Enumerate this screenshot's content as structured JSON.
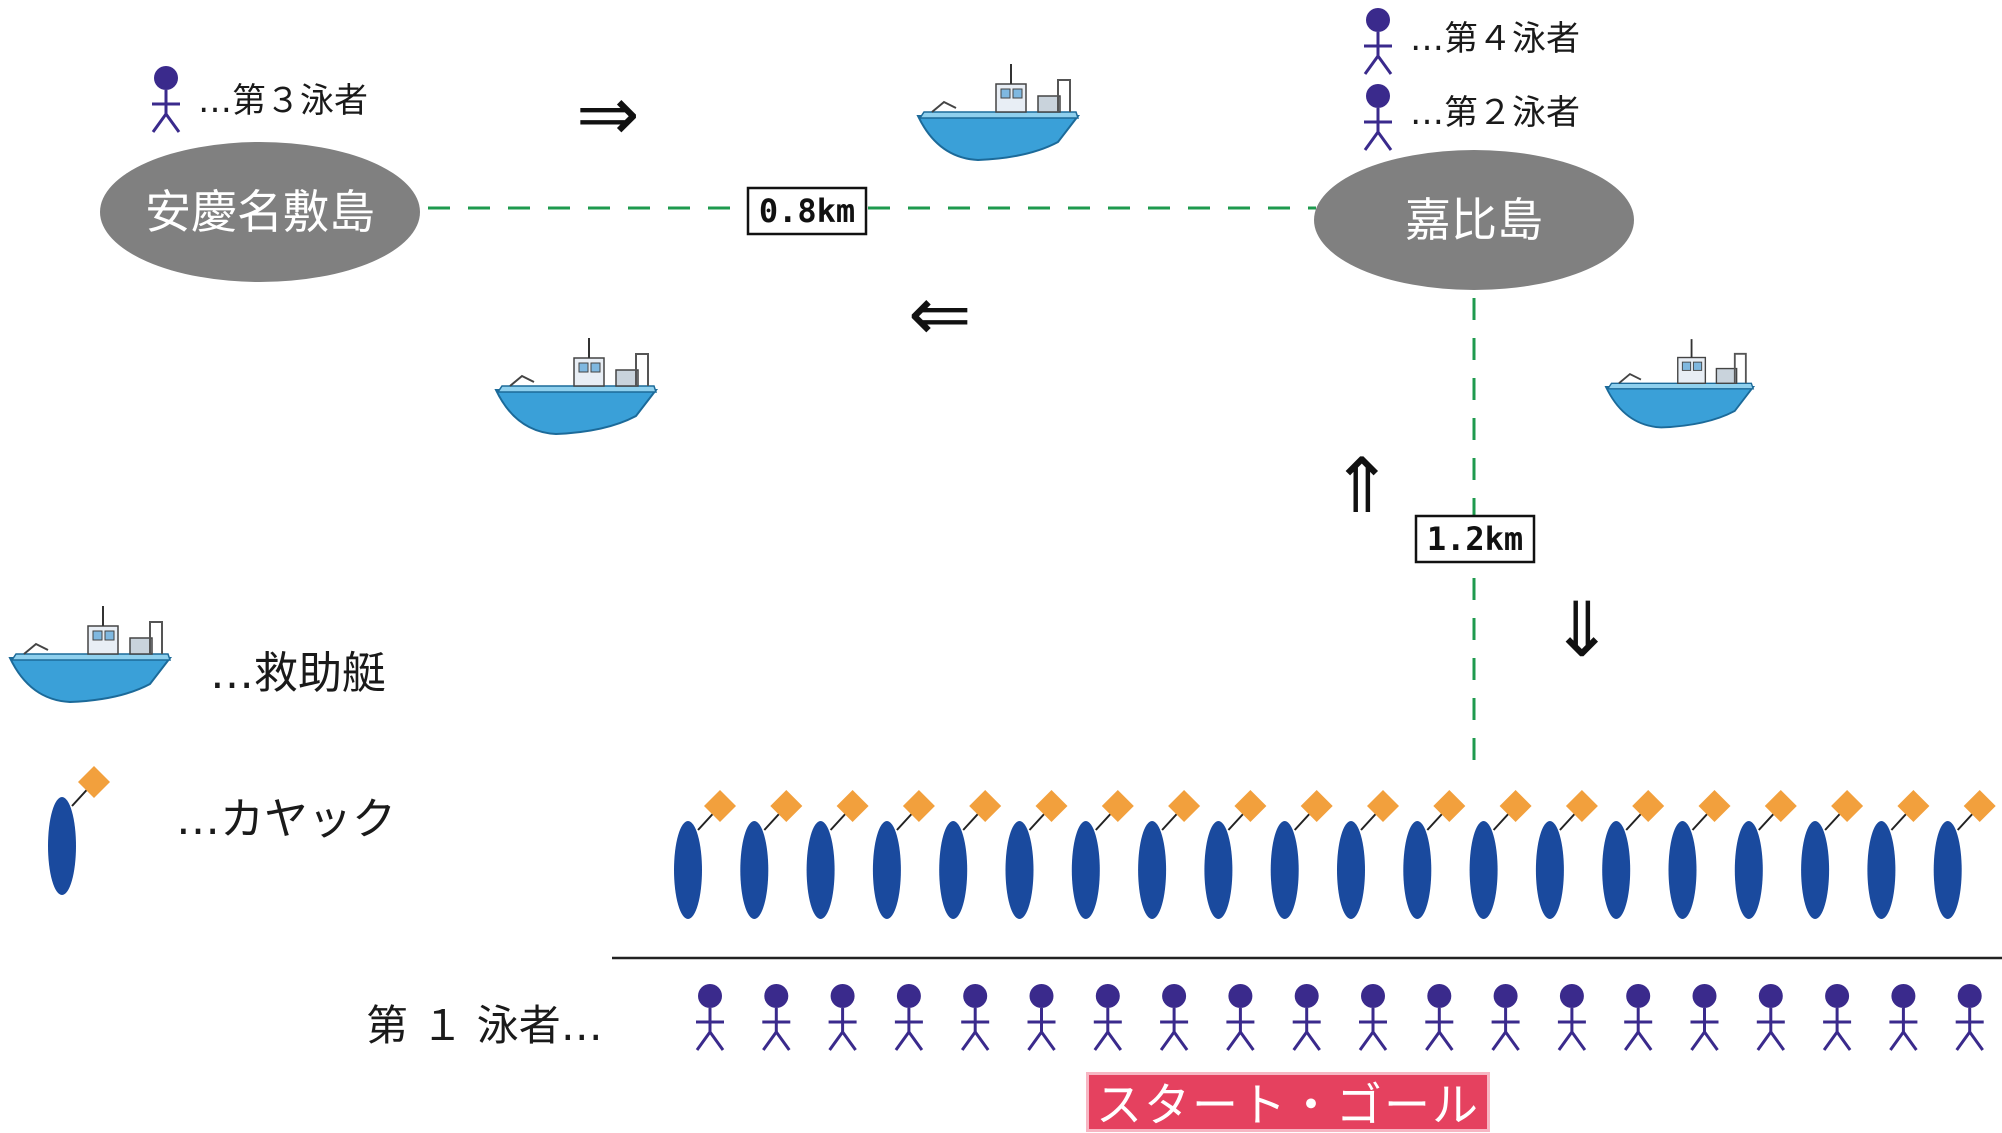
{
  "islands": {
    "left": "安慶名敷島",
    "right": "嘉比島"
  },
  "distances": {
    "horizontal": "0.8km",
    "vertical": "1.2km"
  },
  "swimmer_labels": {
    "third": "…第３泳者",
    "fourth": "…第４泳者",
    "second": "…第２泳者",
    "first": "第 １ 泳者…"
  },
  "legend": {
    "rescue_boat": "…救助艇",
    "kayak": "…カヤック"
  },
  "start_goal": "スタート・ゴール",
  "arrows": {
    "right": "⇒",
    "left": "⇐",
    "up": "⇑",
    "down": "⇓"
  },
  "counts": {
    "kayaks": 20,
    "first_swimmers": 20
  },
  "colors": {
    "island": "#808080",
    "route_line": "#1e9a4e",
    "swimmer": "#3a2a8c",
    "kayak": "#1a4a9e",
    "flag": "#f2a03d",
    "boat_hull": "#3aa0d8",
    "start_goal_bg": "#e5415f"
  }
}
